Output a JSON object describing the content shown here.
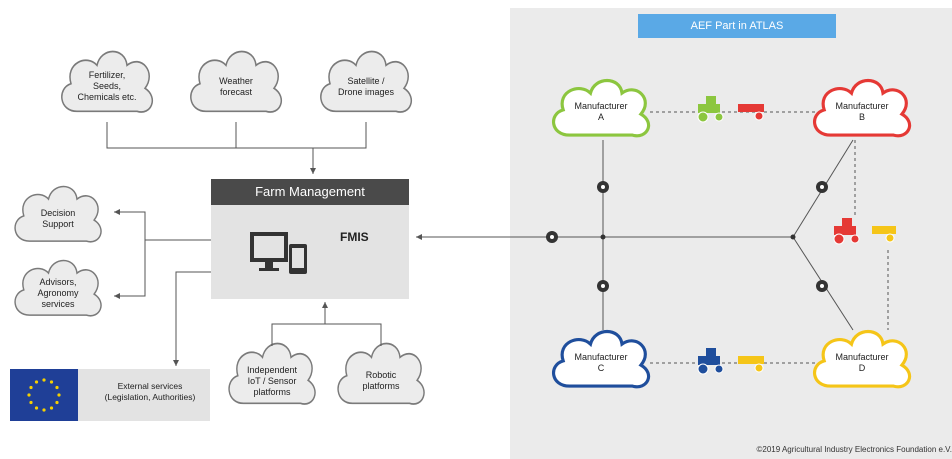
{
  "atlas": {
    "title": "AEF Part in ATLAS",
    "manufacturers": {
      "a": "Manufacturer\nA",
      "b": "Manufacturer\nB",
      "c": "Manufacturer\nC",
      "d": "Manufacturer\nD"
    },
    "colors": {
      "a": "#8cc63f",
      "b": "#e53935",
      "c": "#1f4e9c",
      "d": "#f5c518"
    }
  },
  "top_clouds": {
    "fertilizer": "Fertilizer,\nSeeds,\nChemicals etc.",
    "weather": "Weather\nforecast",
    "satellite": "Satellite /\nDrone images"
  },
  "farm_management": {
    "header": "Farm Management",
    "label": "FMIS"
  },
  "left_clouds": {
    "decision": "Decision\nSupport",
    "advisors": "Advisors,\nAgronomy\nservices"
  },
  "bottom_clouds": {
    "iot": "Independent\nIoT / Sensor\nplatforms",
    "robotic": "Robotic\nplatforms"
  },
  "external_services": "External services\n(Legislation, Authorities)",
  "copyright": "©2019 Agricultural Industry Electronics Foundation e.V."
}
